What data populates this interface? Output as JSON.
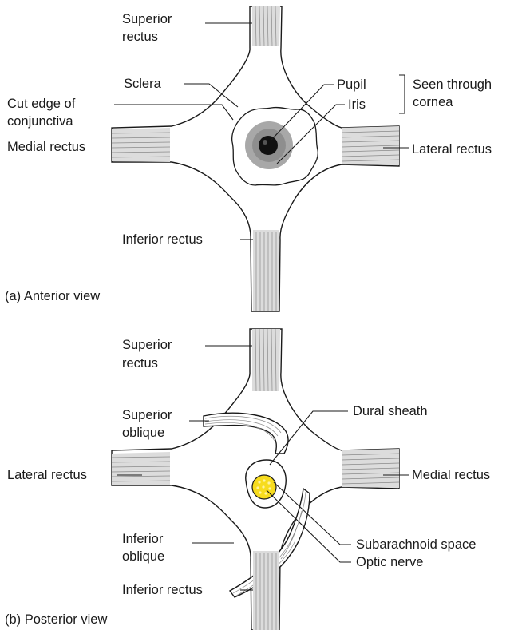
{
  "anterior": {
    "caption": "(a) Anterior view",
    "labels": {
      "superior_rectus_1": "Superior",
      "superior_rectus_2": "rectus",
      "sclera": "Sclera",
      "cut_edge_1": "Cut edge of",
      "cut_edge_2": "conjunctiva",
      "medial_rectus": "Medial rectus",
      "pupil": "Pupil",
      "iris": "Iris",
      "seen_through_1": "Seen through",
      "seen_through_2": "cornea",
      "lateral_rectus": "Lateral rectus",
      "inferior_rectus": "Inferior rectus"
    }
  },
  "posterior": {
    "caption": "(b) Posterior view",
    "labels": {
      "superior_rectus_1": "Superior",
      "superior_rectus_2": "rectus",
      "superior_oblique_1": "Superior",
      "superior_oblique_2": "oblique",
      "dural_sheath": "Dural sheath",
      "lateral_rectus": "Lateral rectus",
      "medial_rectus": "Medial rectus",
      "inferior_oblique_1": "Inferior",
      "inferior_oblique_2": "oblique",
      "subarachnoid_space": "Subarachnoid space",
      "optic_nerve": "Optic nerve",
      "inferior_rectus": "Inferior rectus"
    }
  },
  "colors": {
    "muscle_fill": "#dcdcdc",
    "iris": "#a8a8a8",
    "pupil": "#111111",
    "optic_nerve": "#f7dc1e"
  }
}
